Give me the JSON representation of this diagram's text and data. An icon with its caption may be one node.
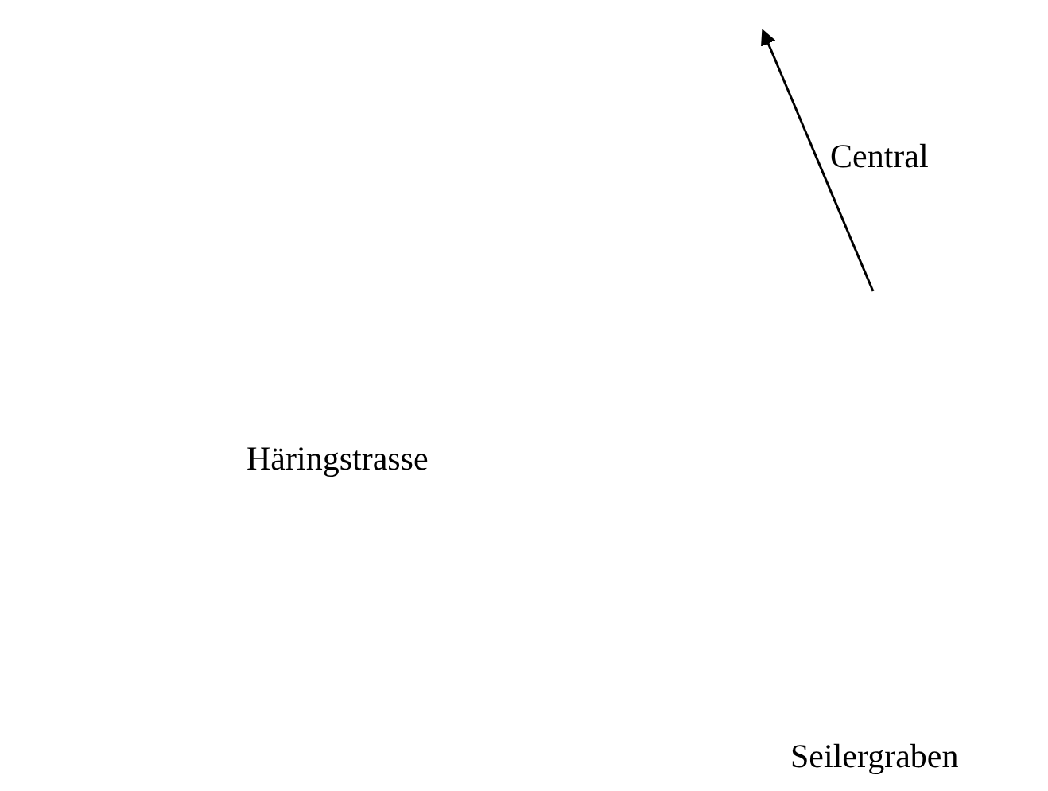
{
  "diagram": {
    "labels": [
      "Central",
      "Häringstrasse",
      "Seilergraben"
    ]
  }
}
